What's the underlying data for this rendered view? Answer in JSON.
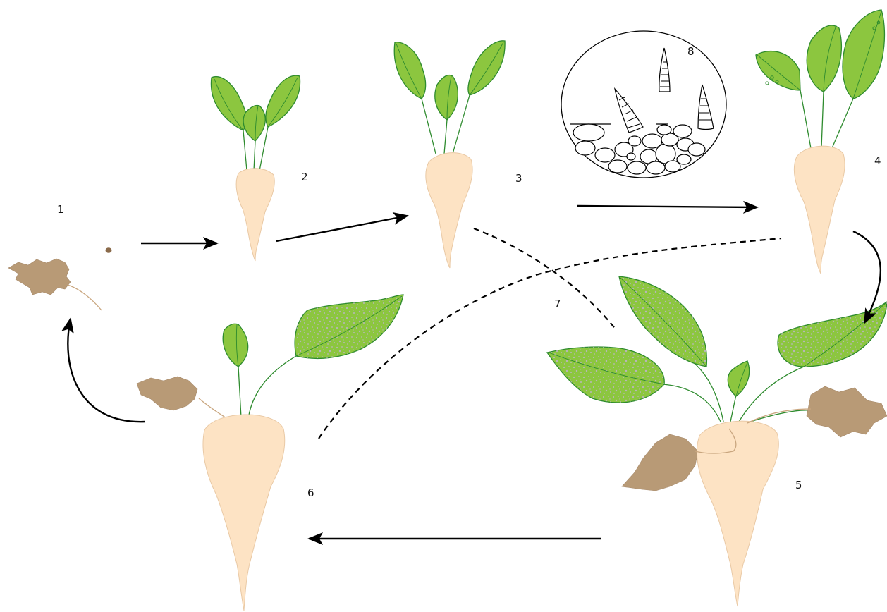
{
  "diagram": {
    "labels": {
      "stage_1": "1",
      "stage_2": "2",
      "stage_3": "3",
      "stage_4": "4",
      "stage_5": "5",
      "stage_6": "6",
      "stage_7": "7",
      "stage_8": "8"
    },
    "colors": {
      "leaf_fill": "#8cc63f",
      "leaf_stroke": "#2e8b2e",
      "root_fill": "#fde3c4",
      "dead_leaf": "#b89a76",
      "infection_speckle": "#b8b8b8",
      "arrow": "#000000"
    }
  }
}
